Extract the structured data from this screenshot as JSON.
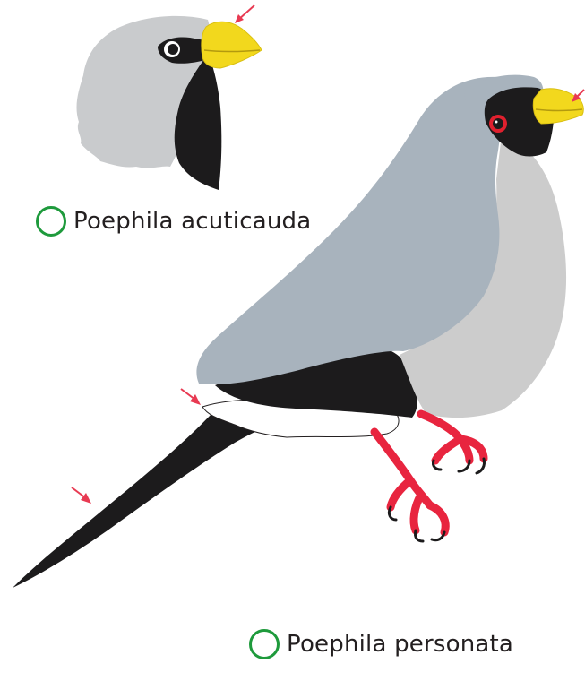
{
  "species": [
    {
      "name": "Poephila acuticauda",
      "marker": "open-green-circle"
    },
    {
      "name": "Poephila personata",
      "marker": "open-green-circle"
    }
  ],
  "colors": {
    "body_grey": "#a8b3bd",
    "breast_grey": "#cccccc",
    "head_grey": "#c9cbcd",
    "black": "#1c1b1c",
    "beak_yellow": "#f2d81d",
    "feet_red": "#e8253f",
    "eye_red": "#e0202e",
    "arrow_red": "#e83a52",
    "ring_green": "#1e9a3c"
  },
  "annotations": [
    "arrow-beak-small",
    "arrow-beak-large",
    "arrow-rump",
    "arrow-tail"
  ]
}
